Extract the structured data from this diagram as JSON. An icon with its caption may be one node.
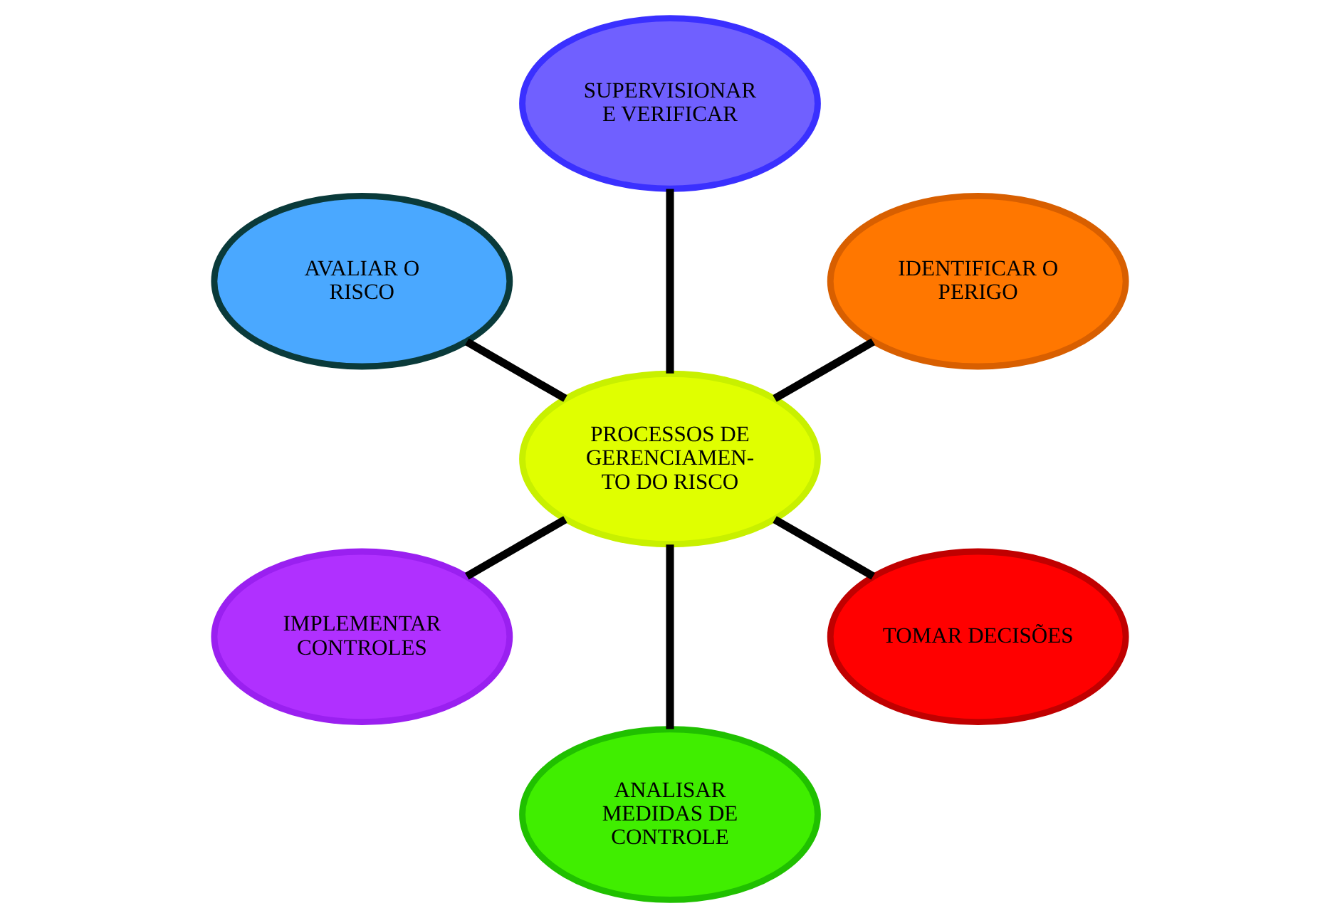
{
  "diagram": {
    "nodes": [
      {
        "text": [
          "PROCESSOS DE GERENCIAMEN- TO DO RISCO"
        ]
      },
      {
        "text": [
          "IDENTIFICAR O PERIGO"
        ]
      },
      {
        "text": [
          "SUPERVISIONAR E VERIFICAR"
        ]
      },
      {
        "text": [
          "AVALIAR O RISCO"
        ]
      },
      {
        "text": [
          "IMPLEMENTAR CONTROLES"
        ]
      },
      {
        "text": [
          "ANALISAR MEDIDAS DE CONTROLE"
        ]
      },
      {
        "text": [
          "TOMAR DECISÕES"
        ]
      }
    ],
    "edges": [
      {
        "from": 0,
        "to": 1,
        "arrow": "none"
      },
      {
        "from": 0,
        "to": 3,
        "arrow": "none"
      },
      {
        "from": 0,
        "to": 5,
        "arrow": "none"
      },
      {
        "from": 0,
        "to": 6,
        "arrow": "none"
      },
      {
        "from": 0,
        "to": 4,
        "arrow": "none"
      },
      {
        "from": 0,
        "to": 2,
        "arrow": "none"
      }
    ]
  }
}
